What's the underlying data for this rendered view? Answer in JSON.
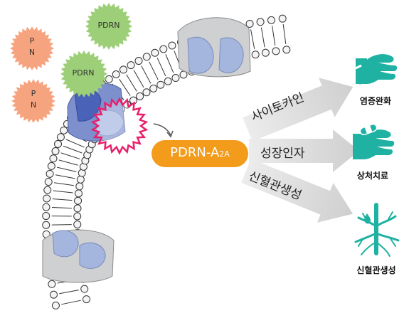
{
  "molecules": {
    "pn_label": "P\nN",
    "pdrn_label": "PDRN"
  },
  "receptor": {
    "name_main": "PDRN-A",
    "name_sub": "2A"
  },
  "arrows": [
    {
      "label": "사이토카인"
    },
    {
      "label": "성장인자"
    },
    {
      "label": "신혈관생성"
    }
  ],
  "outcomes": [
    {
      "label": "염증완화",
      "icon": "hand-drop-icon"
    },
    {
      "label": "상처치료",
      "icon": "hand-bandage-icon"
    },
    {
      "label": "신혈관생성",
      "icon": "blood-vessel-icon"
    }
  ],
  "colors": {
    "pn_orange": "#f6a47f",
    "pdrn_green": "#9dcf78",
    "receptor_orange": "#f39b1b",
    "teal": "#1fb2a2",
    "arrow_gray": "#d7d7d7",
    "protein_blue": "#9fb1dd",
    "highlight_pink": "#e7206a"
  }
}
